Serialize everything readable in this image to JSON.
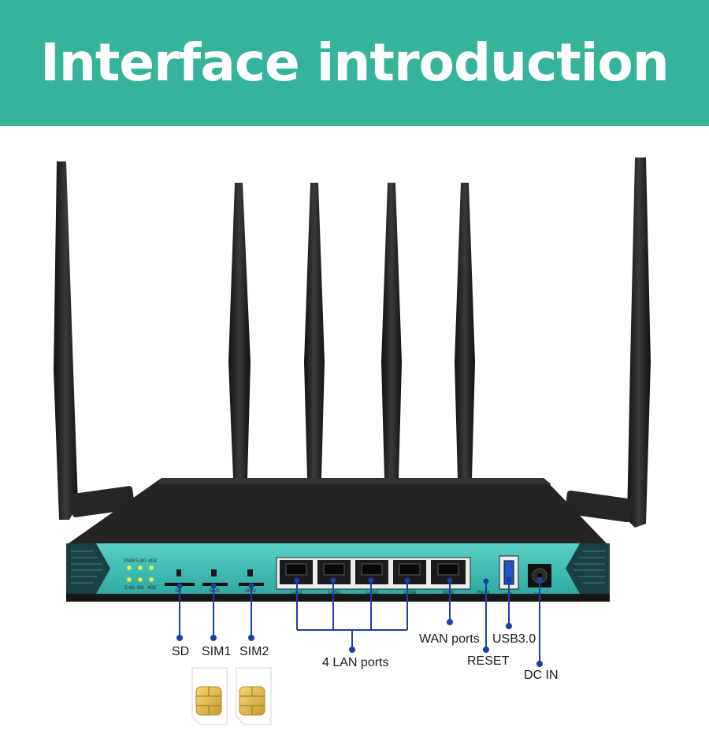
{
  "banner": {
    "title": "Interface introduction"
  },
  "panel": {
    "leds": [
      "PWR",
      "5.8G",
      "4G1",
      "2.4G",
      "5M",
      "4G2"
    ],
    "slots": [
      "SD",
      "SIM1",
      "SIM2"
    ],
    "ports": [
      "LAN1",
      "LAN2",
      "LAN3",
      "LAN4",
      "WAN"
    ],
    "reset": "Reset",
    "usb": "USB",
    "dc": "DC"
  },
  "callouts": {
    "sd": "SD",
    "sim1": "SIM1",
    "sim2": "SIM2",
    "lan": "4 LAN ports",
    "wan": "WAN ports",
    "usb": "USB3.0",
    "reset": "RESET",
    "dc": "DC IN"
  },
  "colors": {
    "banner": "#36b49b",
    "panel": "#3fc0b8",
    "callout": "#1a3fa8",
    "body": "#1f1f1f"
  }
}
